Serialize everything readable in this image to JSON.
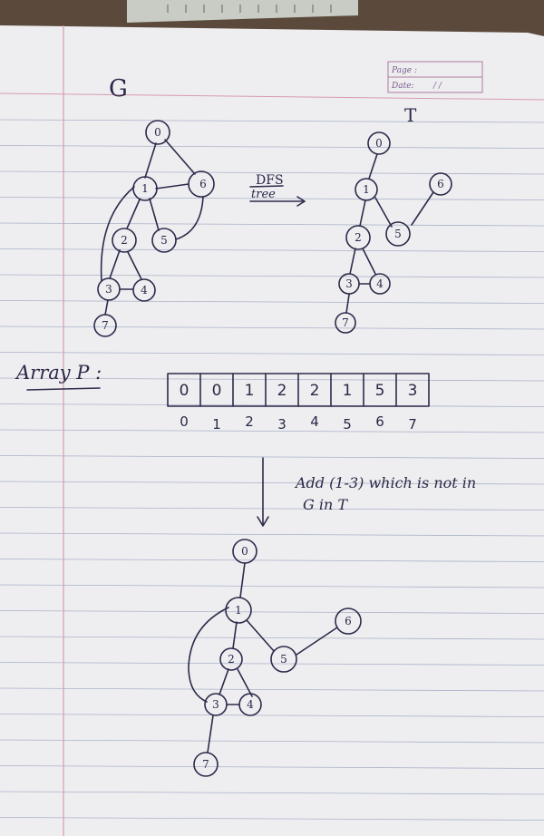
{
  "header_box": {
    "page_label": "Page :",
    "date_label": "Date:",
    "date_value": "/ /"
  },
  "graph_g": {
    "title": "G",
    "nodes": [
      {
        "id": "0",
        "label": "0"
      },
      {
        "id": "1",
        "label": "1"
      },
      {
        "id": "6",
        "label": "6"
      },
      {
        "id": "2",
        "label": "2"
      },
      {
        "id": "5",
        "label": "5"
      },
      {
        "id": "3",
        "label": "3"
      },
      {
        "id": "4",
        "label": "4"
      },
      {
        "id": "7",
        "label": "7"
      }
    ],
    "edges": [
      [
        "0",
        "1"
      ],
      [
        "0",
        "6"
      ],
      [
        "1",
        "6"
      ],
      [
        "1",
        "2"
      ],
      [
        "1",
        "5"
      ],
      [
        "6",
        "5"
      ],
      [
        "1",
        "3"
      ],
      [
        "2",
        "3"
      ],
      [
        "2",
        "4"
      ],
      [
        "3",
        "4"
      ],
      [
        "3",
        "7"
      ]
    ]
  },
  "arrow_label": {
    "line1": "DFS",
    "line2": "tree"
  },
  "tree_t": {
    "title": "T",
    "nodes": [
      {
        "id": "0",
        "label": "0"
      },
      {
        "id": "1",
        "label": "1"
      },
      {
        "id": "6",
        "label": "6"
      },
      {
        "id": "2",
        "label": "2"
      },
      {
        "id": "5",
        "label": "5"
      },
      {
        "id": "3",
        "label": "3"
      },
      {
        "id": "4",
        "label": "4"
      },
      {
        "id": "7",
        "label": "7"
      }
    ],
    "edges": [
      [
        "0",
        "1"
      ],
      [
        "1",
        "2"
      ],
      [
        "1",
        "5"
      ],
      [
        "5",
        "6"
      ],
      [
        "2",
        "3"
      ],
      [
        "2",
        "4"
      ],
      [
        "3",
        "4"
      ],
      [
        "3",
        "7"
      ]
    ]
  },
  "array": {
    "label": "Array P :",
    "values": [
      "0",
      "0",
      "1",
      "2",
      "2",
      "1",
      "5",
      "3"
    ],
    "indices": [
      "0",
      "1",
      "2",
      "3",
      "4",
      "5",
      "6",
      "7"
    ]
  },
  "note": {
    "line1": "Add (1-3) which is not in",
    "line2": "G in T"
  },
  "tree_final": {
    "nodes": [
      {
        "id": "0",
        "label": "0"
      },
      {
        "id": "1",
        "label": "1"
      },
      {
        "id": "6",
        "label": "6"
      },
      {
        "id": "2",
        "label": "2"
      },
      {
        "id": "5",
        "label": "5"
      },
      {
        "id": "3",
        "label": "3"
      },
      {
        "id": "4",
        "label": "4"
      },
      {
        "id": "7",
        "label": "7"
      }
    ],
    "edges": [
      [
        "0",
        "1"
      ],
      [
        "1",
        "2"
      ],
      [
        "1",
        "5"
      ],
      [
        "5",
        "6"
      ],
      [
        "2",
        "3"
      ],
      [
        "2",
        "4"
      ],
      [
        "3",
        "4"
      ],
      [
        "3",
        "7"
      ],
      [
        "1",
        "3"
      ]
    ]
  }
}
